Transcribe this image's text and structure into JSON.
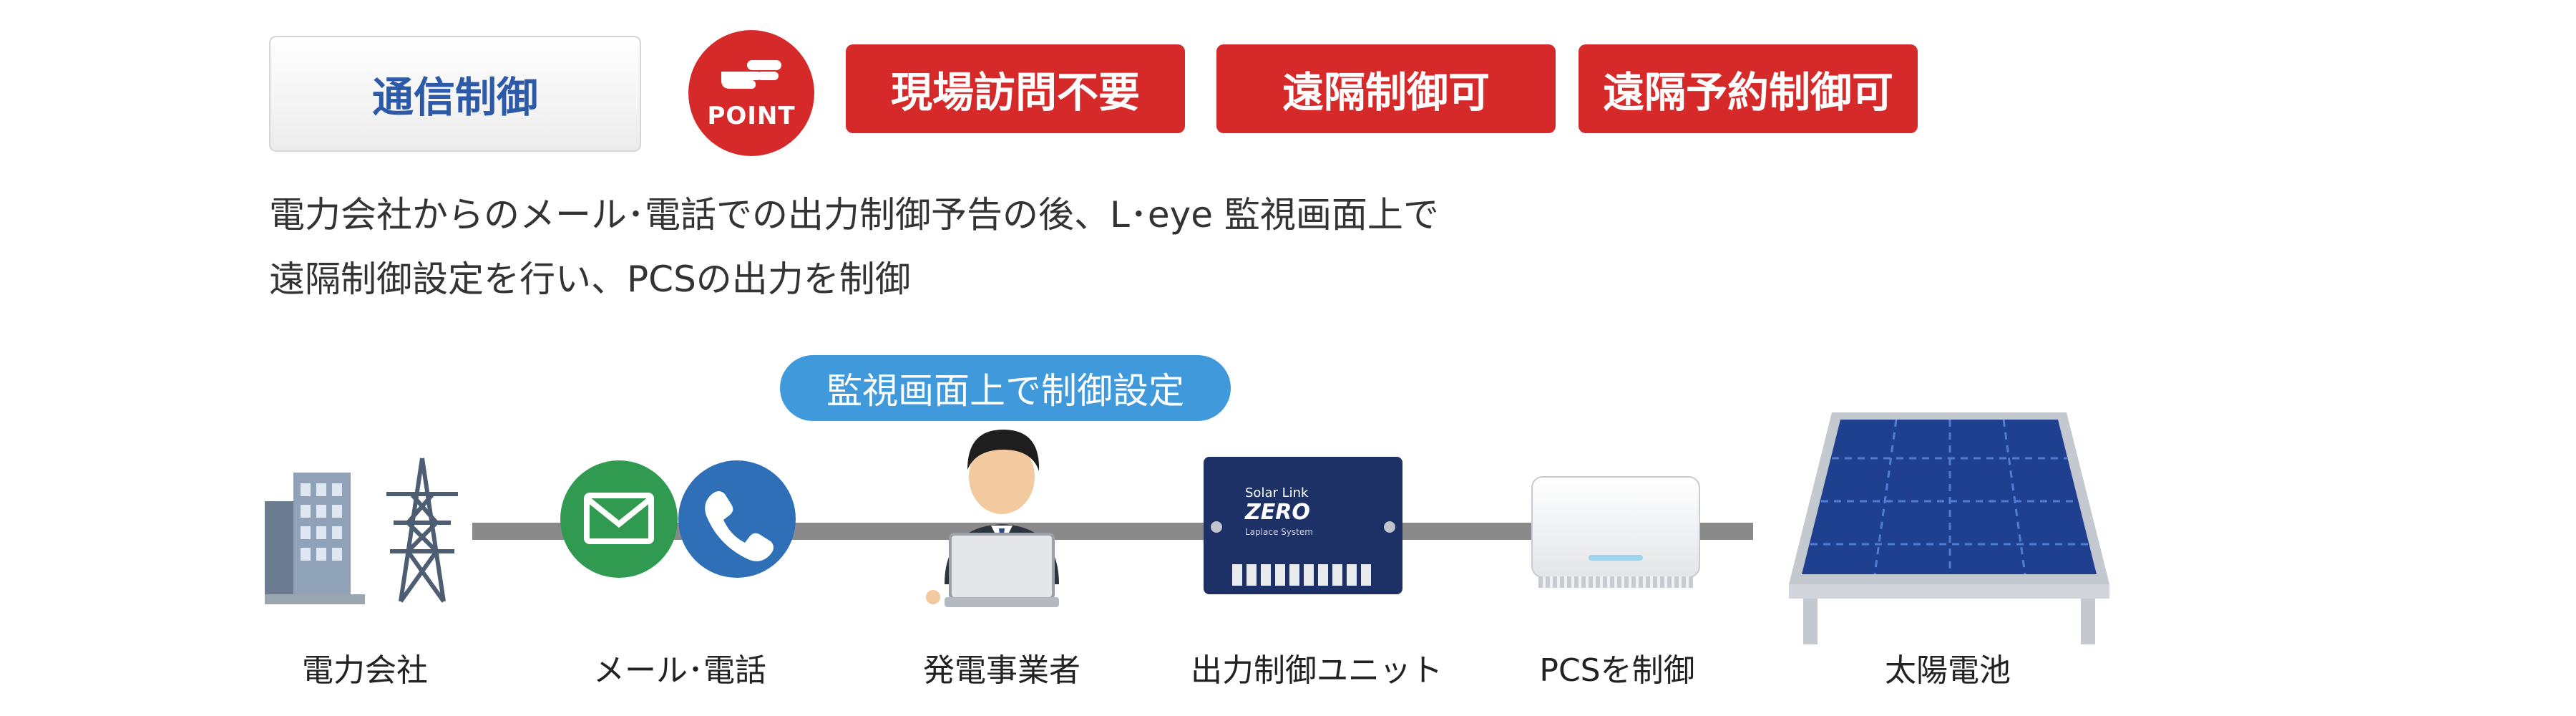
{
  "header": {
    "mode_label": "通信制御",
    "point_label": "POINT",
    "pills": [
      "現場訪問不要",
      "遠隔制御可",
      "遠隔予約制御可"
    ]
  },
  "description": {
    "line1": "電力会社からのメール･電話での出力制御予告の後、L･eye 監視画面上で",
    "line2": "遠隔制御設定を行い、PCSの出力を制御"
  },
  "bubble_label": "監視画面上で制御設定",
  "unit_text": {
    "brand": "Solar Link",
    "model": "ZERO",
    "maker": "Laplace System"
  },
  "nodes": [
    {
      "label": "電力会社",
      "icon": "power-company-icon"
    },
    {
      "label": "メール･電話",
      "icon": "mail-phone-icon"
    },
    {
      "label": "発電事業者",
      "icon": "operator-icon"
    },
    {
      "label": "出力制御ユニット",
      "icon": "control-unit-icon"
    },
    {
      "label": "PCSを制御",
      "icon": "pcs-icon"
    },
    {
      "label": "太陽電池",
      "icon": "solar-panel-icon"
    }
  ],
  "colors": {
    "accent_red": "#d62a2a",
    "title_blue": "#2d5aa8",
    "bubble_blue": "#3f99db",
    "line_gray": "#8a8a8a",
    "mail_green": "#2f9a50",
    "phone_blue": "#2f6fb8"
  }
}
